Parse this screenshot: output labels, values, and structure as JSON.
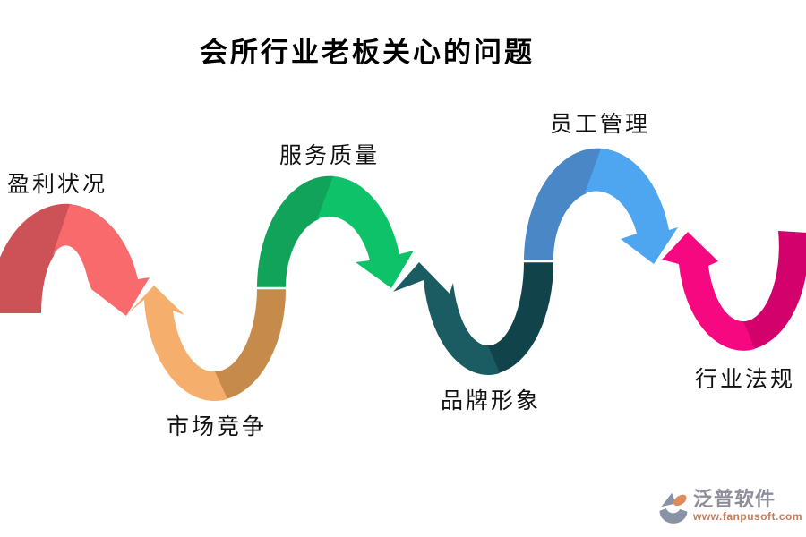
{
  "title": "会所行业老板关心的问题",
  "diagram": {
    "steps": [
      {
        "label": "盈利状况",
        "position": "top",
        "color_back": "#CC5257",
        "color_front": "#F96A6D"
      },
      {
        "label": "市场竞争",
        "position": "bottom",
        "color_back": "#C68B4A",
        "color_front": "#F6AE6C"
      },
      {
        "label": "服务质量",
        "position": "top",
        "color_back": "#12A35B",
        "color_front": "#0DC269"
      },
      {
        "label": "品牌形象",
        "position": "bottom",
        "color_back": "#10434A",
        "color_front": "#1A5C62"
      },
      {
        "label": "员工管理",
        "position": "top",
        "color_back": "#4A87C7",
        "color_front": "#4FA6F0"
      },
      {
        "label": "行业法规",
        "position": "bottom",
        "color_back": "#D2016B",
        "color_front": "#F60980"
      }
    ]
  },
  "watermark": {
    "brand": "泛普软件",
    "url": "www.fanpusoft.com",
    "brand_color": "#8E8E9A",
    "url_color": "#CC7A55",
    "icon_gray": "#8A93A5",
    "icon_orange": "#E08B5C"
  }
}
